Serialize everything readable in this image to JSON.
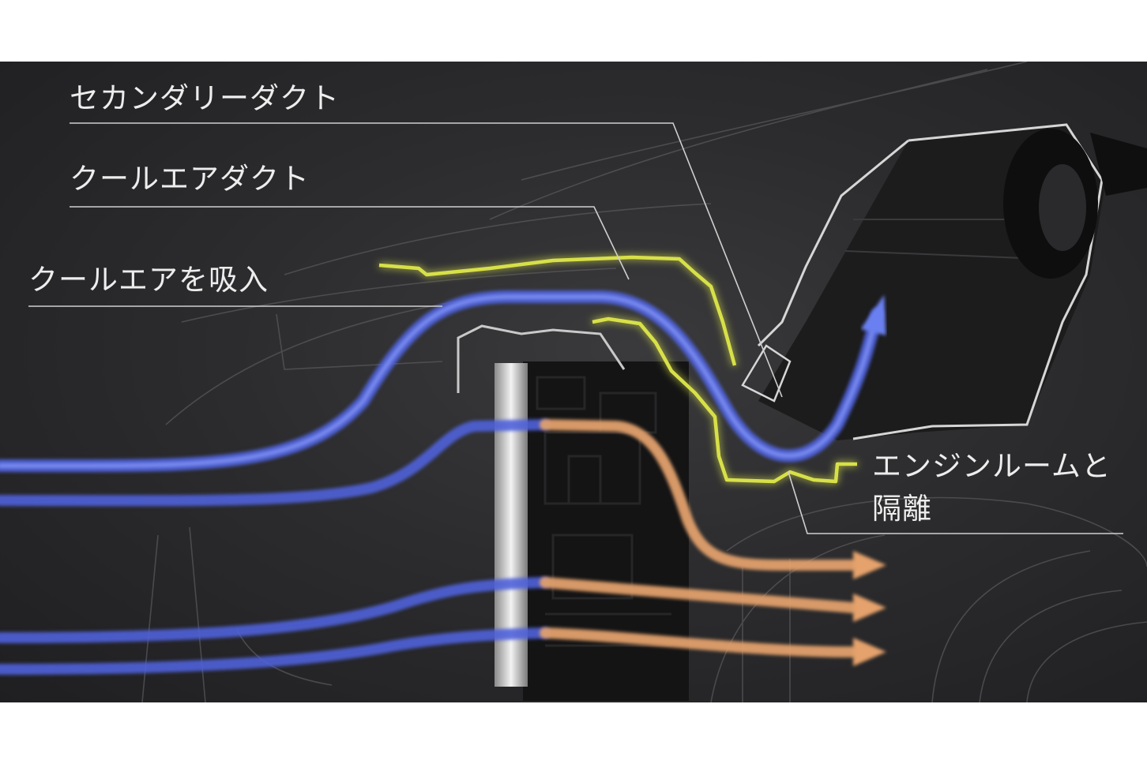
{
  "labels": {
    "secondary_duct": "セカンダリーダクト",
    "cool_air_duct": "クールエアダクト",
    "cool_air_intake": "クールエアを吸入",
    "engine_room_isolation_line1": "エンジンルームと",
    "engine_room_isolation_line2": "隔離"
  },
  "colors": {
    "background": "#2c2c2e",
    "cool_air_flow": "#5a6fe0",
    "hot_air_flow": "#e5a06a",
    "duct_outline": "#d8e04a",
    "leader_line": "#cfcfcf",
    "label_text": "#ededed",
    "page_margin": "#ffffff"
  },
  "icons": {
    "flow_arrow": "arrow-head-icon",
    "air_box": "air-filter-box-icon",
    "radiator": "radiator-icon"
  }
}
